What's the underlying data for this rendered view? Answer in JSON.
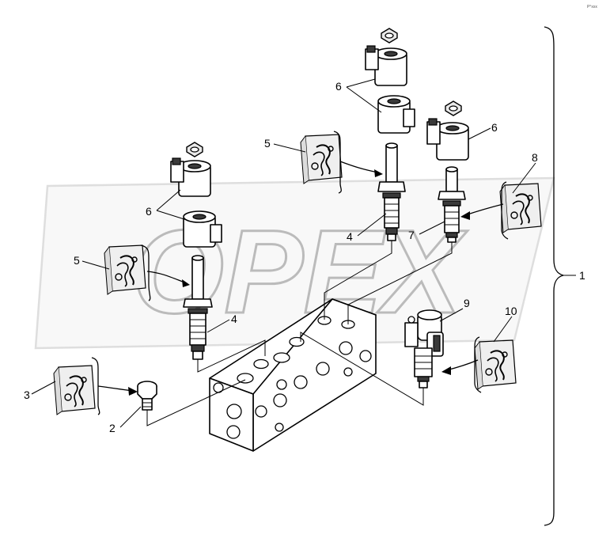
{
  "diagram": {
    "watermark": "OPEX",
    "corner_mark": "P°xxx",
    "callouts": {
      "assembly": "1",
      "plug": "2",
      "sealant_plug": "3",
      "cartridge_left": "4",
      "cartridge_mid": "4",
      "sealant_left": "5",
      "sealant_mid": "5",
      "coil_left": "6",
      "coil_mid": "6",
      "coil_right": "6",
      "cartridge_right": "7",
      "sealant_right": "8",
      "proportional_valve": "9",
      "sealant_valve": "10"
    }
  }
}
